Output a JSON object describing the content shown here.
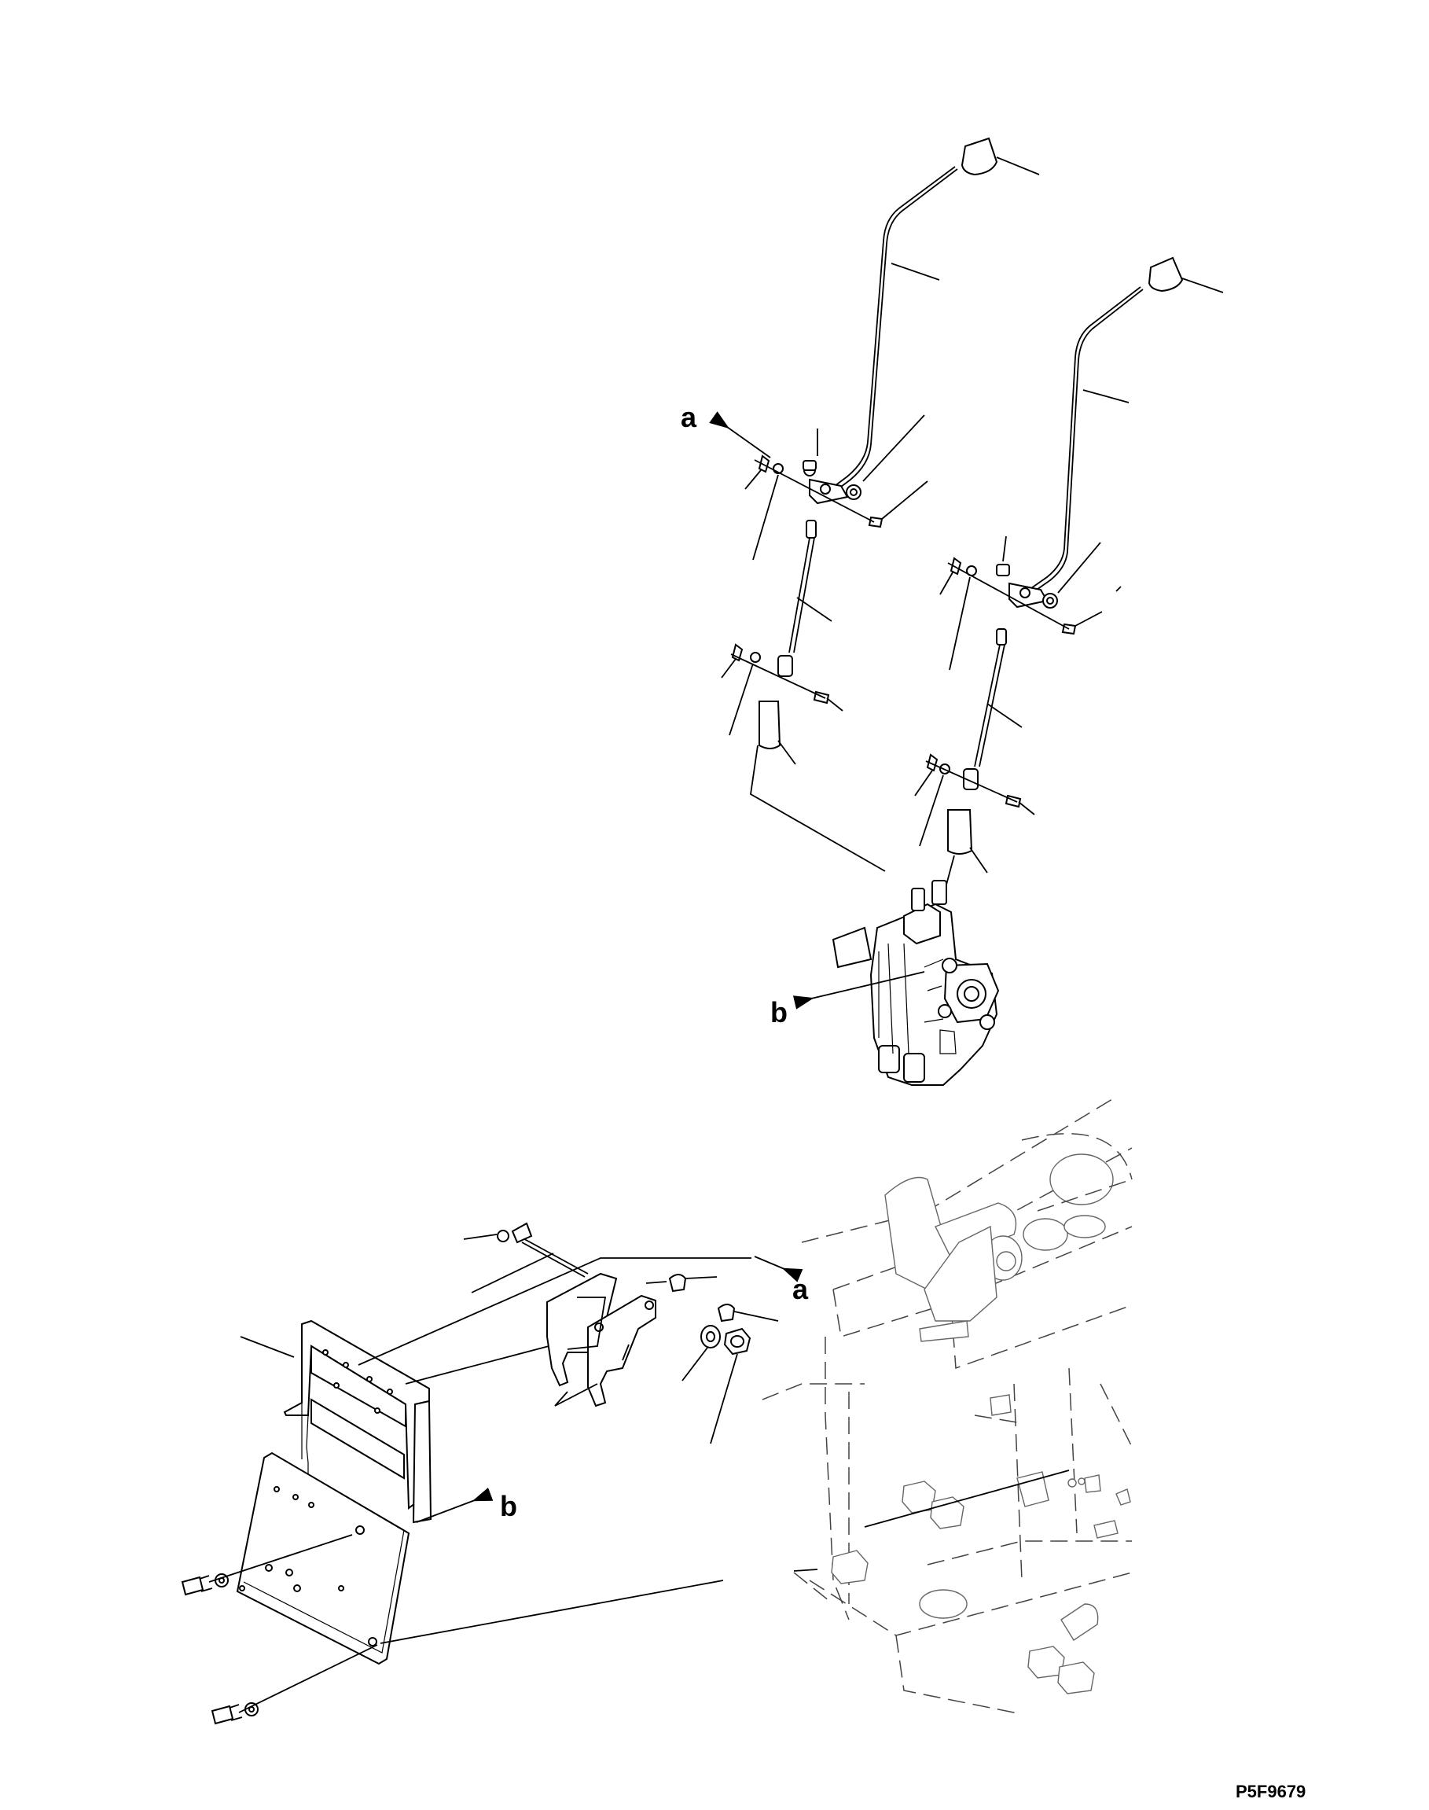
{
  "figure_code": "P5F9679",
  "view_markers": [
    {
      "id": "a-upper",
      "text": "a"
    },
    {
      "id": "b-upper",
      "text": "b"
    },
    {
      "id": "a-lower",
      "text": "a"
    },
    {
      "id": "b-lower",
      "text": "b"
    }
  ]
}
